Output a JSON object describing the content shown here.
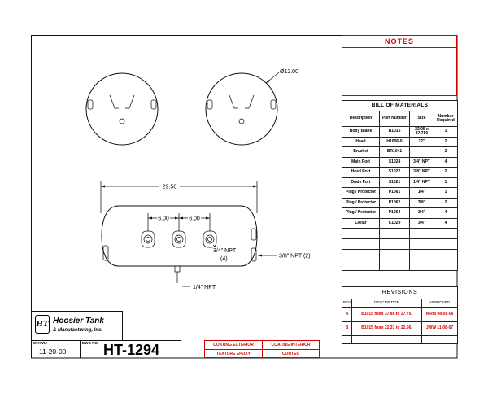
{
  "notes": {
    "title": "NOTES"
  },
  "bom": {
    "title": "BILL OF MATERIALS",
    "headers": [
      "Description",
      "Part Number",
      "Size",
      "Number Required"
    ],
    "rows": [
      [
        "Body Blank",
        "B1015",
        "22.05 x 37.750",
        "1"
      ],
      [
        "Head",
        "H1006-0",
        "12\"",
        "2"
      ],
      [
        "Bracket",
        "BR1041",
        "",
        "2"
      ],
      [
        "Main Port",
        "S1024",
        "3/4\" NPT",
        "4"
      ],
      [
        "Head Port",
        "S1022",
        "3/8\" NPT",
        "2"
      ],
      [
        "Drain Port",
        "S1021",
        "1/4\" NPT",
        "1"
      ],
      [
        "Plug / Protector",
        "P1061",
        "1/4\"",
        "1"
      ],
      [
        "Plug / Protector",
        "P1062",
        "3/8\"",
        "2"
      ],
      [
        "Plug / Protector",
        "P1064",
        "3/4\"",
        "4"
      ],
      [
        "Collar",
        "C1029",
        "3/4\"",
        "4"
      ]
    ]
  },
  "revisions": {
    "title": "REVISIONS",
    "headers": [
      "REV",
      "DESCRIPTION",
      "APPROVED"
    ],
    "rows": [
      {
        "rev": "A",
        "description": "B1015 from 37.88 to 37.75.",
        "approved": "WRM 08-08-06"
      },
      {
        "rev": "B",
        "description": "B1015 from 22.31 to 22.06.",
        "approved": "JWW 11-08-07"
      }
    ]
  },
  "title_block": {
    "logo_mark": "HT",
    "company_line1": "Hoosier Tank",
    "company_line2": "& Manufacturing, Inc.",
    "drawn_label": "DRAWN:",
    "drawn_date": "11-20-00",
    "dwg_no_label": "DWG NO.",
    "dwg_no": "HT-1294",
    "coating_exterior_label": "COATING EXTERIOR",
    "coating_exterior_value": "TEXTURE EPOXY",
    "coating_interior_label": "COATING INTERIOR",
    "coating_interior_value": "CORTEC"
  },
  "drawing": {
    "diameter_label": "Ø12.00",
    "length_label": "29.50",
    "spacing_label_1": "6.00",
    "spacing_label_2": "6.00",
    "main_port_label_line1": "3/4\" NPT",
    "main_port_label_line2": "(4)",
    "head_port_label": "3/8\" NPT (2)",
    "drain_port_label": "1/4\" NPT"
  },
  "colors": {
    "accent_red": "#d40000",
    "line": "#111111"
  }
}
